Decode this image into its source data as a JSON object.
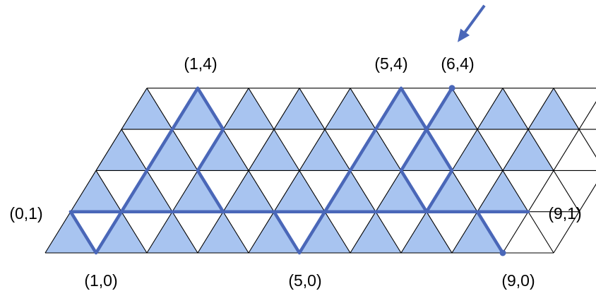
{
  "colors": {
    "fill": "#a8c4f0",
    "grid": "#000000",
    "path": "#4a67b8",
    "arrow": "#4a67b8"
  },
  "lattice": {
    "columns": 10,
    "rows": 4
  },
  "path_points": {
    "left_zigzag": [
      [
        0,
        1
      ],
      [
        1,
        0
      ],
      [
        1,
        1
      ],
      [
        1,
        4
      ],
      [
        2,
        3
      ],
      [
        2,
        2
      ],
      [
        3,
        1
      ],
      [
        4,
        1
      ],
      [
        5,
        0
      ],
      [
        5,
        1
      ],
      [
        5,
        4
      ],
      [
        6,
        3
      ],
      [
        6,
        2
      ],
      [
        7,
        1
      ],
      [
        8,
        1
      ],
      [
        9,
        0
      ]
    ],
    "right_zigzag": [
      [
        6,
        4
      ],
      [
        6,
        3
      ],
      [
        7,
        2
      ],
      [
        7,
        1
      ],
      [
        8,
        1
      ],
      [
        9,
        1
      ]
    ],
    "baseline": [
      [
        0,
        1
      ],
      [
        9,
        1
      ]
    ]
  },
  "marked_points": [
    [
      6,
      4
    ],
    [
      9,
      0
    ]
  ],
  "arrow_target": [
    6,
    4
  ],
  "labels": {
    "p14": "(1,4)",
    "p54": "(5,4)",
    "p64": "(6,4)",
    "p01": "(0,1)",
    "p91": "(9,1)",
    "p10": "(1,0)",
    "p50": "(5,0)",
    "p90": "(9,0)"
  }
}
